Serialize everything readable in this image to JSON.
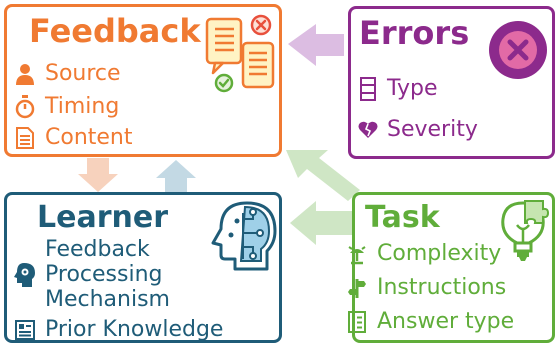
{
  "colors": {
    "feedback": "#f07a32",
    "errors": "#8c2a8c",
    "learner": "#1f5c78",
    "task": "#60ad3a",
    "arrow_errors": "#dcbde2",
    "arrow_task": "#cfe6c5",
    "arrow_feedback": "#f7d2bd",
    "arrow_learner": "#c3d9e4"
  },
  "feedback": {
    "title": "Feedback",
    "items": [
      {
        "label": "Source",
        "icon": "person-icon"
      },
      {
        "label": "Timing",
        "icon": "stopwatch-icon"
      },
      {
        "label": "Content",
        "icon": "document-icon"
      }
    ],
    "icon": "feedback-documents-icon"
  },
  "errors": {
    "title": "Errors",
    "items": [
      {
        "label": "Type",
        "icon": "list-icon"
      },
      {
        "label": "Severity",
        "icon": "broken-heart-icon"
      }
    ],
    "icon": "x-circle-icon"
  },
  "learner": {
    "title": "Learner",
    "items": [
      {
        "label": "Feedback\nProcessing\nMechanism",
        "icon": "gear-head-icon"
      },
      {
        "label": "Prior Knowledge",
        "icon": "book-icon"
      }
    ],
    "icon": "brain-circuit-icon"
  },
  "task": {
    "title": "Task",
    "items": [
      {
        "label": "Complexity",
        "icon": "lamp-icon"
      },
      {
        "label": "Instructions",
        "icon": "signpost-icon"
      },
      {
        "label": "Answer type",
        "icon": "answer-sheet-icon"
      }
    ],
    "icon": "lightbulb-puzzle-icon"
  }
}
